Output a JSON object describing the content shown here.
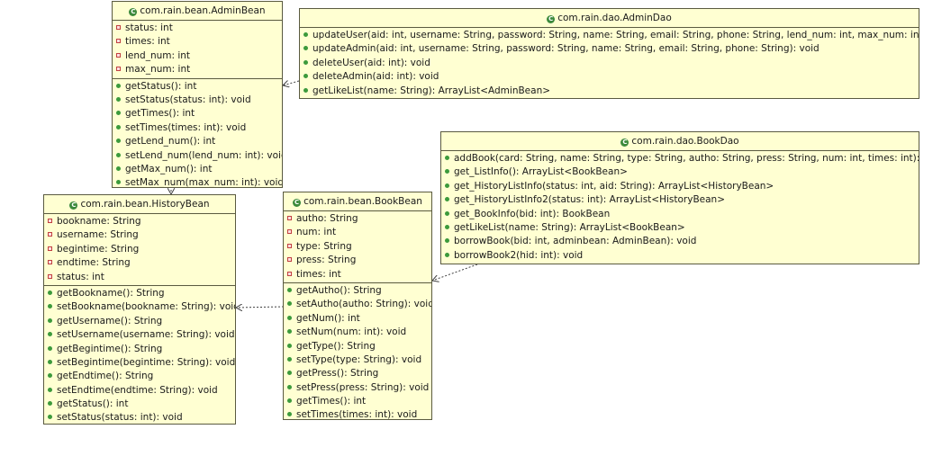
{
  "classes": {
    "adminbean": {
      "name": "com.rain.bean.AdminBean",
      "fields": [
        "status: int",
        "times: int",
        "lend_num: int",
        "max_num: int"
      ],
      "methods": [
        "getStatus(): int",
        "setStatus(status: int): void",
        "getTimes(): int",
        "setTimes(times: int): void",
        "getLend_num(): int",
        "setLend_num(lend_num: int): void",
        "getMax_num(): int",
        "setMax_num(max_num: int): void"
      ]
    },
    "admindao": {
      "name": "com.rain.dao.AdminDao",
      "fields": [],
      "methods": [
        "updateUser(aid: int, username: String, password: String, name: String, email: String, phone: String, lend_num: int, max_num: int): void",
        "updateAdmin(aid: int, username: String, password: String, name: String, email: String, phone: String): void",
        "deleteUser(aid: int): void",
        "deleteAdmin(aid: int): void",
        "getLikeList(name: String): ArrayList<AdminBean>"
      ]
    },
    "bookdao": {
      "name": "com.rain.dao.BookDao",
      "fields": [],
      "methods": [
        "addBook(card: String, name: String, type: String, autho: String, press: String, num: int, times: int): void",
        "get_ListInfo(): ArrayList<BookBean>",
        "get_HistoryListInfo(status: int, aid: String): ArrayList<HistoryBean>",
        "get_HistoryListInfo2(status: int): ArrayList<HistoryBean>",
        "get_BookInfo(bid: int): BookBean",
        "getLikeList(name: String): ArrayList<BookBean>",
        "borrowBook(bid: int, adminbean: AdminBean): void",
        "borrowBook2(hid: int): void"
      ]
    },
    "historybean": {
      "name": "com.rain.bean.HistoryBean",
      "fields": [
        "bookname: String",
        "username: String",
        "begintime: String",
        "endtime: String",
        "status: int"
      ],
      "methods": [
        "getBookname(): String",
        "setBookname(bookname: String): void",
        "getUsername(): String",
        "setUsername(username: String): void",
        "getBegintime(): String",
        "setBegintime(begintime: String): void",
        "getEndtime(): String",
        "setEndtime(endtime: String): void",
        "getStatus(): int",
        "setStatus(status: int): void"
      ]
    },
    "bookbean": {
      "name": "com.rain.bean.BookBean",
      "fields": [
        "autho: String",
        "num: int",
        "type: String",
        "press: String",
        "times: int"
      ],
      "methods": [
        "getAutho(): String",
        "setAutho(autho: String): void",
        "getNum(): int",
        "setNum(num: int): void",
        "getType(): String",
        "setType(type: String): void",
        "getPress(): String",
        "setPress(press: String): void",
        "getTimes(): int",
        "setTimes(times: int): void"
      ]
    }
  },
  "colors": {
    "box_fill": "#ffffd2",
    "border": "#5a5a40",
    "link": "#404040"
  }
}
